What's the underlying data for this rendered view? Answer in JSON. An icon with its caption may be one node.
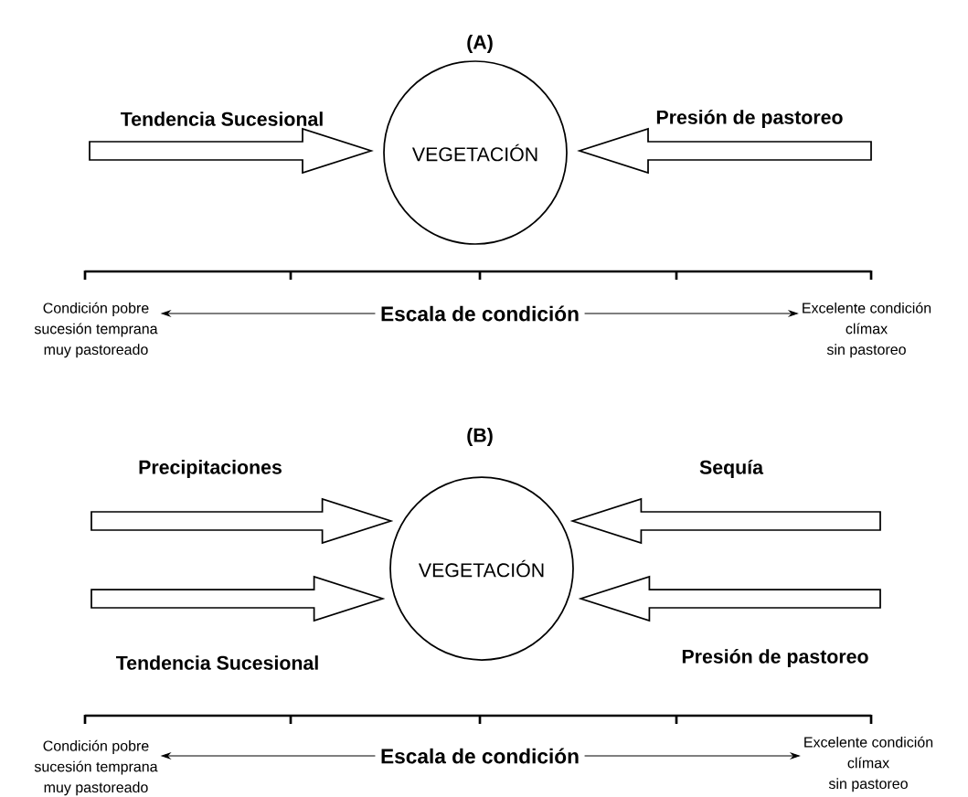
{
  "diagram": {
    "nodes": [
      {
        "text": [
          "VEGETACIÓN"
        ]
      },
      {
        "text": [
          "Escala de condición"
        ]
      },
      {
        "text": [
          "Condición pobre",
          "sucesión temprana",
          "muy pastoreado"
        ]
      },
      {
        "text": [
          "Excelente condición",
          "clímax",
          "sin pastoreo"
        ]
      },
      {
        "text": [
          "VEGETACIÓN"
        ]
      },
      {
        "text": [
          "Escala de condición"
        ]
      },
      {
        "text": [
          "Condición pobre",
          "sucesión temprana",
          "muy pastoreado"
        ]
      },
      {
        "text": [
          "Excelente condición",
          "clímax",
          "sin pastoreo"
        ]
      }
    ],
    "edges": [
      {
        "from": null,
        "to": 0,
        "arrow": "to",
        "label": "Tendencia Sucesional"
      },
      {
        "from": null,
        "to": 0,
        "arrow": "to",
        "label": "Presión de pastoreo"
      },
      {
        "from": 1,
        "to": 2,
        "arrow": "to"
      },
      {
        "from": 1,
        "to": 3,
        "arrow": "to"
      },
      {
        "from": null,
        "to": 4,
        "arrow": "to",
        "label": "Precipitaciones"
      },
      {
        "from": null,
        "to": 4,
        "arrow": "to",
        "label": "Tendencia Sucesional"
      },
      {
        "from": null,
        "to": 4,
        "arrow": "to",
        "label": "Sequía"
      },
      {
        "from": null,
        "to": 4,
        "arrow": "to",
        "label": "Presión de pastoreo"
      },
      {
        "from": 5,
        "to": 6,
        "arrow": "to"
      },
      {
        "from": 5,
        "to": 7,
        "arrow": "to"
      }
    ],
    "labels": [
      "(A)",
      "(B)"
    ]
  }
}
